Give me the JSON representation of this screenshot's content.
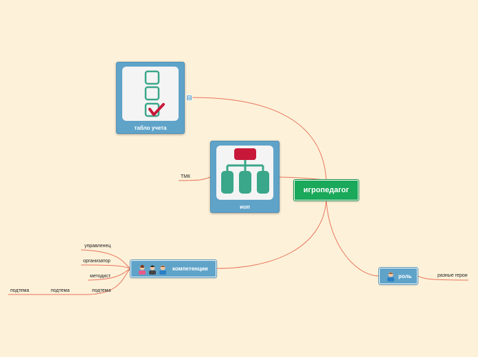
{
  "central": {
    "label": "игропедагог"
  },
  "tablo": {
    "label": "табло учета"
  },
  "iop": {
    "label": "иоп"
  },
  "tmk": {
    "label": "ТМК"
  },
  "competencies": {
    "label": "компетенции",
    "children": [
      "управленец",
      "организатор",
      "методист",
      "подтема"
    ],
    "subtopics": [
      "подтема",
      "подтема"
    ]
  },
  "role": {
    "label": "роль",
    "child": "разные герои"
  },
  "colors": {
    "background": "#fdf1d9",
    "central": "#1aa85a",
    "topic": "#5fa3c9",
    "connector": "#e8735a",
    "check": "#3aa68a",
    "red": "#c8183a"
  }
}
